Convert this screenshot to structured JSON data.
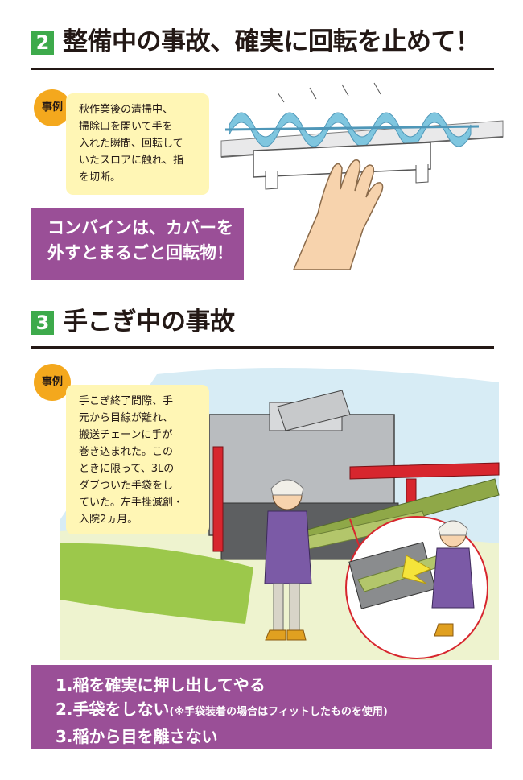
{
  "section2": {
    "number": "2",
    "title": "整備中の事故、確実に回転を止めて！",
    "case_badge": "事例",
    "case_text": "秋作業後の清掃中、\n掃除口を開いて手を\n入れた瞬間、回転して\nいたスロアに触れ、指\nを切断。",
    "banner": "コンバインは、カバーを\n外すとまるごと回転物！"
  },
  "section3": {
    "number": "3",
    "title": "手こぎ中の事故",
    "case_badge": "事例",
    "case_text": "手こぎ終了間際、手\n元から目線が離れ、\n搬送チェーンに手が\n巻き込まれた。この\nときに限って、3Lの\nダブついた手袋をし\nていた。左手挫滅創・\n入院2ヵ月。"
  },
  "tips": [
    {
      "text": "1.稲を確実に押し出してやる",
      "note": ""
    },
    {
      "text": "2.手袋をしない",
      "note": "(※手袋装着の場合はフィットしたものを使用)"
    },
    {
      "text": "3.稲から目を離さない",
      "note": ""
    }
  ],
  "colors": {
    "green": "#3daa4b",
    "orange": "#f4a81d",
    "cream": "#fff6b5",
    "purple": "#9a4f97",
    "red": "#e60012"
  }
}
